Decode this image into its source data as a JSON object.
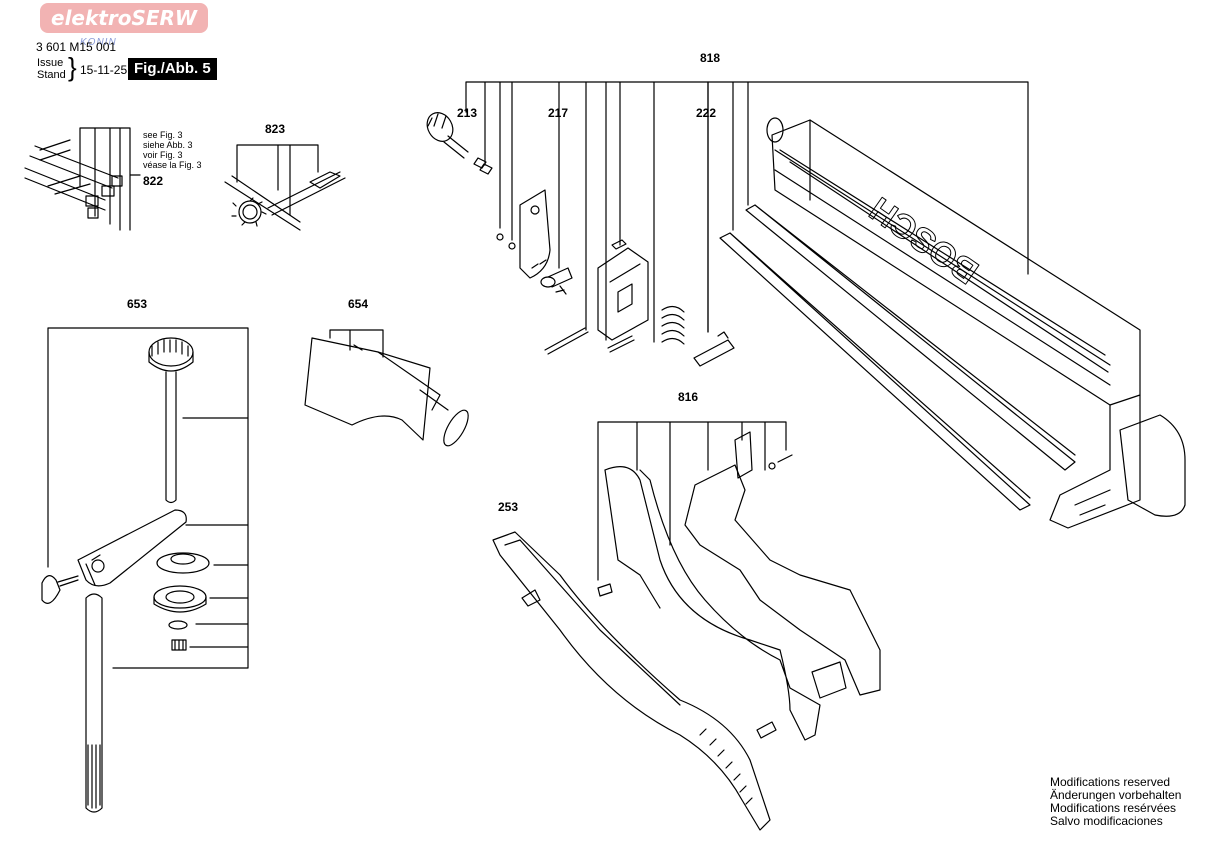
{
  "header": {
    "watermark": "elektroSERW",
    "watermark_sub": "KONIN",
    "part_number": "3 601 M15 001",
    "issue_label_en": "Issue",
    "issue_label_de": "Stand",
    "issue_date": "15-11-25",
    "figure_label": "Fig./Abb. 5"
  },
  "cross_reference": {
    "lines": [
      "see Fig. 3",
      "siehe Abb. 3",
      "voir Fig. 3",
      "véase la Fig. 3"
    ],
    "part": "822"
  },
  "parts": {
    "p823": "823",
    "p653": "653",
    "p654": "654",
    "p818": "818",
    "p213": "213",
    "p217": "217",
    "p222": "222",
    "p816": "816",
    "p253": "253"
  },
  "brand_text": "BOSCH",
  "footer": {
    "lines": [
      "Modifications reserved",
      "Änderungen vorbehalten",
      "Modifications resérvées",
      "Salvo modificaciones"
    ]
  }
}
